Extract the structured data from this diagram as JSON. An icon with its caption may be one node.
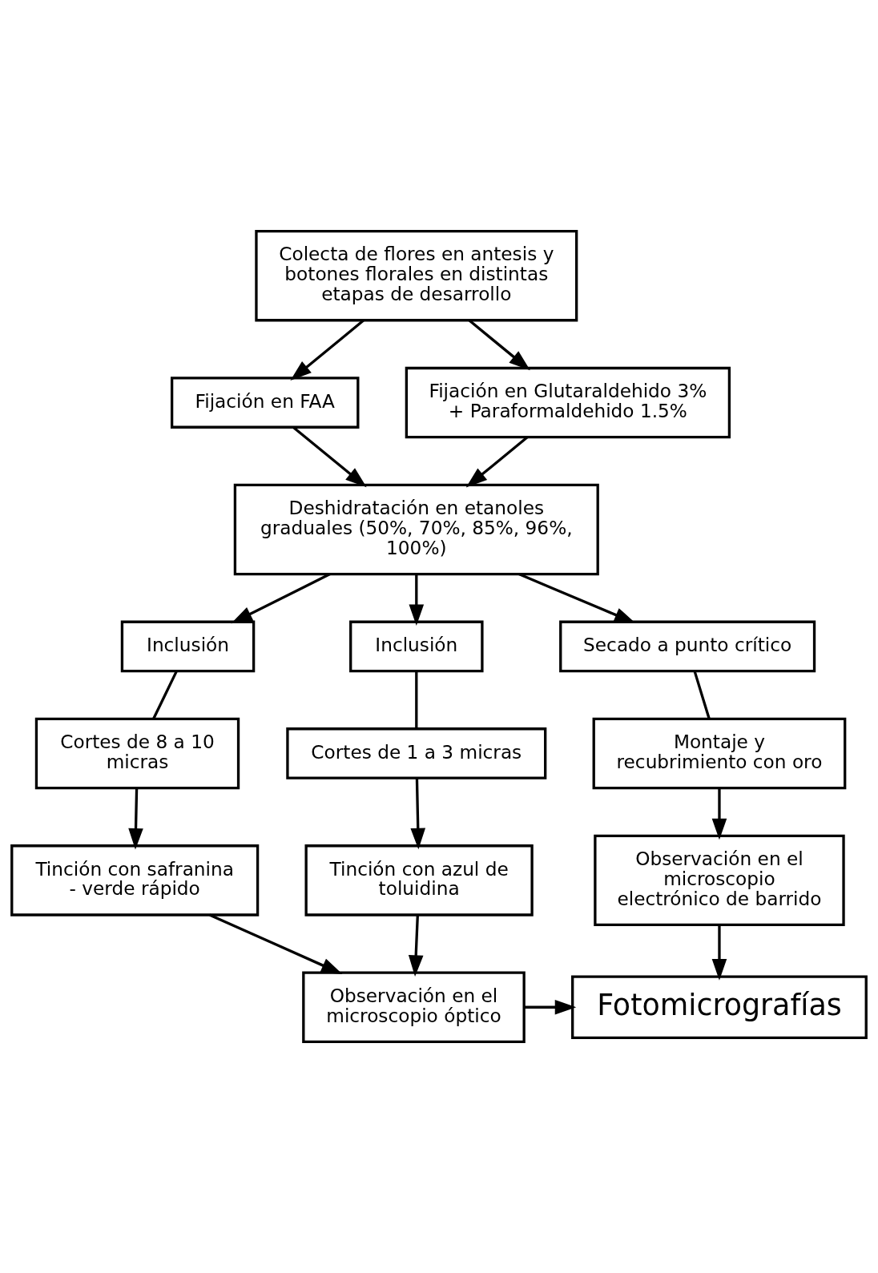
{
  "diagram": {
    "nodes": [
      {
        "text": [
          "Colecta de flores en antesis y botones florales en distintas etapas de desarrollo"
        ]
      },
      {
        "text": [
          "Fijación en FAA"
        ]
      },
      {
        "text": [
          "Fijación en Glutaraldehido 3% + Paraformaldehido 1.5%"
        ]
      },
      {
        "text": [
          "Deshidratación en etanoles graduales (50%, 70%, 85%, 96%, 100%)"
        ]
      },
      {
        "text": [
          "Inclusión"
        ]
      },
      {
        "text": [
          "Inclusión"
        ]
      },
      {
        "text": [
          "Secado a punto crítico"
        ]
      },
      {
        "text": [
          "Cortes de 8 a 10 micras"
        ]
      },
      {
        "text": [
          "Cortes de 1 a 3 micras"
        ]
      },
      {
        "text": [
          "Montaje y recubrimiento con oro"
        ]
      },
      {
        "text": [
          "Tinción con safranina - verde rápido"
        ]
      },
      {
        "text": [
          "Tinción con azul de toluidina"
        ]
      },
      {
        "text": [
          "Observación en el microscopio electrónico de barrido"
        ]
      },
      {
        "text": [
          "Observación en el microscopio óptico"
        ]
      },
      {
        "text": [
          "Fotomicrografías"
        ]
      }
    ],
    "edges": [
      {
        "from": 0,
        "to": 1,
        "arrow": "to"
      },
      {
        "from": 0,
        "to": 2,
        "arrow": "to"
      },
      {
        "from": 1,
        "to": 3,
        "arrow": "to"
      },
      {
        "from": 2,
        "to": 3,
        "arrow": "to"
      },
      {
        "from": 3,
        "to": 4,
        "arrow": "to"
      },
      {
        "from": 3,
        "to": 5,
        "arrow": "to"
      },
      {
        "from": 3,
        "to": 6,
        "arrow": "to"
      },
      {
        "from": 4,
        "to": 7,
        "arrow": "none"
      },
      {
        "from": 5,
        "to": 8,
        "arrow": "none"
      },
      {
        "from": 6,
        "to": 9,
        "arrow": "none"
      },
      {
        "from": 7,
        "to": 10,
        "arrow": "to"
      },
      {
        "from": 8,
        "to": 11,
        "arrow": "to"
      },
      {
        "from": 9,
        "to": 12,
        "arrow": "to"
      },
      {
        "from": 10,
        "to": 13,
        "arrow": "to"
      },
      {
        "from": 11,
        "to": 13,
        "arrow": "to"
      },
      {
        "from": 12,
        "to": 14,
        "arrow": "to"
      },
      {
        "from": 13,
        "to": 14,
        "arrow": "to"
      }
    ]
  }
}
